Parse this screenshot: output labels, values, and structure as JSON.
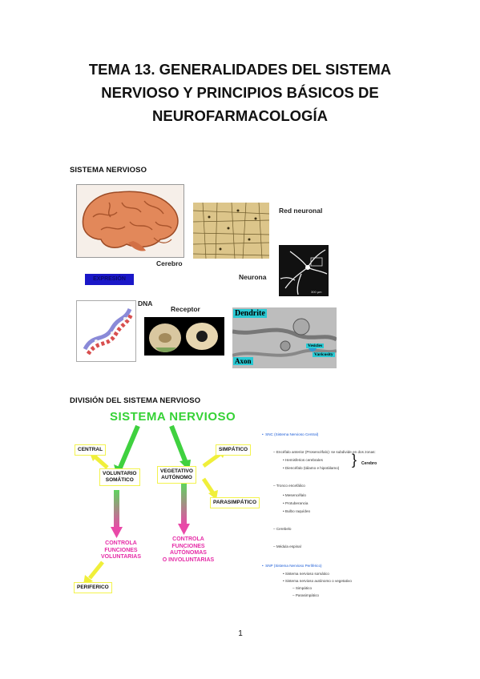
{
  "header": {
    "title_line1": "TEMA 13. GENERALIDADES DEL SISTEMA",
    "title_line2": "NERVIOSO Y PRINCIPIOS BÁSICOS DE",
    "title_line3": "NEUROFARMACOLOGÍA"
  },
  "section1": {
    "heading": "SISTEMA NERVIOSO",
    "labels": {
      "red_neuronal": "Red neuronal",
      "cerebro": "Cerebro",
      "neurona": "Neurona",
      "dna": "DNA",
      "receptor": "Receptor",
      "dendrite": "Dendrite",
      "axon": "Axon",
      "vesicles": "Vesicles",
      "varicosity": "Varicosity",
      "blue_label": "EXPRESIÓN",
      "scale": "300 µm"
    }
  },
  "section2": {
    "heading": "DIVISIÓN DEL SISTEMA NERVIOSO",
    "diagram": {
      "title": "SISTEMA NERVIOSO",
      "central": "CENTRAL",
      "voluntario": "VOLUNTARIO\nSOMÁTICO",
      "vegetativo": "VEGETATIVO\nAUTÓNOMO",
      "simpatico": "SIMPÁTICO",
      "parasimpatico": "PARASIMPÁTICO",
      "controla_voluntarias": "CONTROLA\nFUNCIONES\nVOLUNTARIAS",
      "controla_autonomas": "CONTROLA\nFUNCIONES\nAUTÓNOMAS\nO INVOLUNTARIAS",
      "periferico": "PERIFERICO"
    },
    "outline": {
      "snc": "SNC (Sistema Nervioso Central)",
      "encefalo_anterior": "Encéfalo anterior (Prosencéfalo): se subdivide en dos zonas:",
      "hemisferios": "Hemisferios cerebrales",
      "diencefalo": "Diencéfalo (tálamo e hipotálamo)",
      "cerebro": "Cerebro",
      "tronco": "Tronco encefálico",
      "mesencefalo": "Mesencéfalo",
      "protuberancia": "Protuberancia",
      "bulbo": "Bulbo raquídeo",
      "cerebelo": "Cerebelo",
      "medula": "Médula espinal",
      "snp": "SNP (Sistema Nervioso Periférico)",
      "somatico": "Sistema nervioso somático",
      "autonomo": "Sistema nervioso autónomo o vegetativo",
      "simpatico": "Simpático",
      "parasimpatico": "Parasimpático"
    }
  },
  "footer": {
    "page_number": "1"
  }
}
